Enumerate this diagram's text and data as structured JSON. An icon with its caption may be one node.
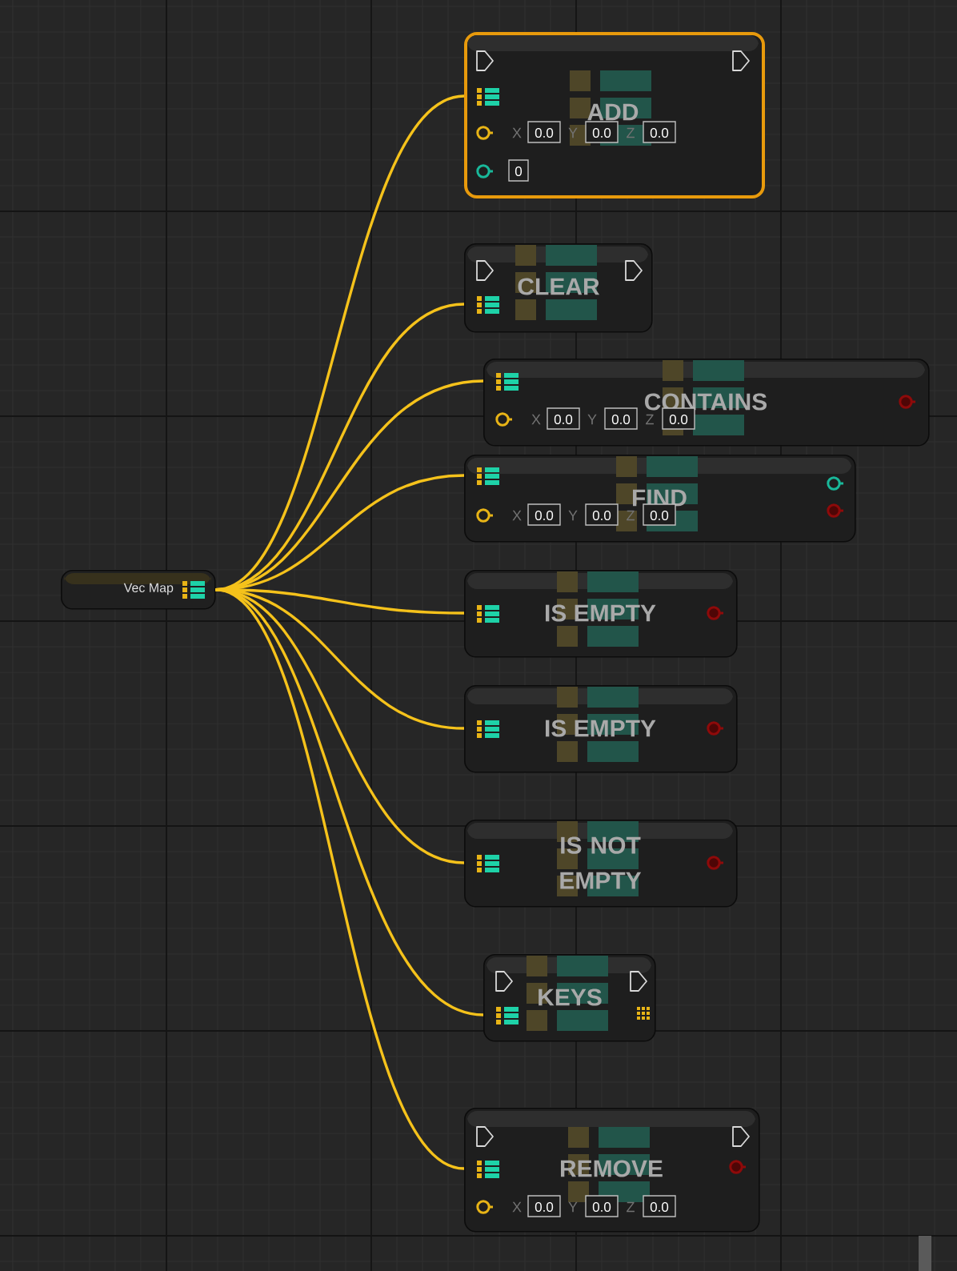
{
  "diagram": {
    "nodes": [
      {
        "text": [
          "Vec Map"
        ]
      },
      {
        "text": [
          "ADD",
          "X",
          "0.0",
          "Y",
          "0.0",
          "Z",
          "0.0",
          "0"
        ]
      },
      {
        "text": [
          "CLEAR"
        ]
      },
      {
        "text": [
          "CONTAINS",
          "X",
          "0.0",
          "Y",
          "0.0",
          "Z",
          "0.0"
        ]
      },
      {
        "text": [
          "FIND",
          "X",
          "0.0",
          "Y",
          "0.0",
          "Z",
          "0.0"
        ]
      },
      {
        "text": [
          "IS EMPTY"
        ]
      },
      {
        "text": [
          "IS EMPTY"
        ]
      },
      {
        "text": [
          "IS NOT EMPTY"
        ]
      },
      {
        "text": [
          "KEYS"
        ]
      },
      {
        "text": [
          "REMOVE",
          "X",
          "0.0",
          "Y",
          "0.0",
          "Z",
          "0.0"
        ]
      }
    ],
    "edges": [
      {
        "from": 0,
        "to": 1,
        "arrow": "none"
      },
      {
        "from": 0,
        "to": 2,
        "arrow": "none"
      },
      {
        "from": 0,
        "to": 3,
        "arrow": "none"
      },
      {
        "from": 0,
        "to": 4,
        "arrow": "none"
      },
      {
        "from": 0,
        "to": 5,
        "arrow": "none"
      },
      {
        "from": 0,
        "to": 6,
        "arrow": "none"
      },
      {
        "from": 0,
        "to": 7,
        "arrow": "none"
      },
      {
        "from": 0,
        "to": 8,
        "arrow": "none"
      },
      {
        "from": 0,
        "to": 9,
        "arrow": "none"
      }
    ]
  }
}
